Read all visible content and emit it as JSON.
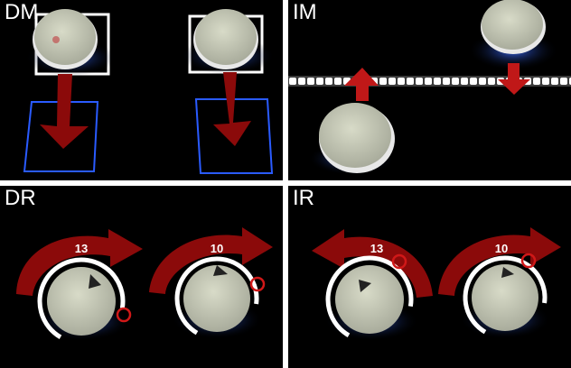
{
  "panels": {
    "dm": {
      "label": "DM"
    },
    "im": {
      "label": "IM"
    },
    "dr": {
      "label": "DR",
      "knob_left_value": "13",
      "knob_right_value": "10"
    },
    "ir": {
      "label": "IR",
      "knob_left_value": "13",
      "knob_right_value": "10"
    }
  },
  "colors": {
    "background": "#000000",
    "divider": "#ffffff",
    "arrow": "#8b0a0a",
    "target_outline": "#2a5bff",
    "puck": "#c9cbb8",
    "glow": "#2f5bff",
    "highlight_ring": "#d01818"
  },
  "icons": [
    "puck-device",
    "direction-arrow",
    "rotation-arc-arrow",
    "dial-tick-scale",
    "red-highlight-circle",
    "led-light-strip"
  ]
}
